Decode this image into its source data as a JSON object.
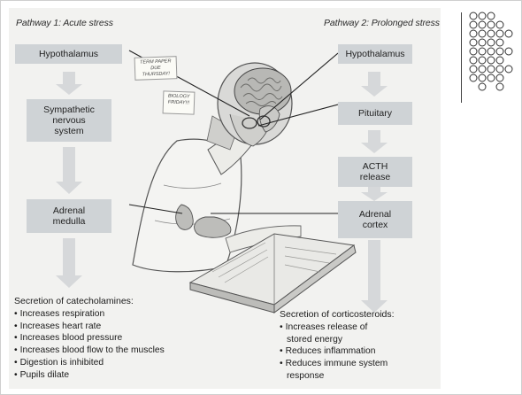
{
  "pathway1": {
    "heading": "Pathway 1: Acute stress",
    "boxes": [
      "Hypothalamus",
      "Sympathetic\nnervous\nsystem",
      "Adrenal\nmedulla"
    ],
    "secretion_title": "Secretion of catecholamines:",
    "effects": [
      "Increases respiration",
      "Increases heart rate",
      "Increases blood pressure",
      "Increases blood flow to the muscles",
      "Digestion is inhibited",
      "Pupils dilate"
    ]
  },
  "pathway2": {
    "heading": "Pathway 2: Prolonged stress",
    "boxes": [
      "Hypothalamus",
      "Pituitary",
      "ACTH\nrelease",
      "Adrenal\ncortex"
    ],
    "secretion_title": "Secretion of corticosteroids:",
    "effects": [
      "Increases release of stored energy",
      "Reduces inflammation",
      "Reduces immune system response"
    ]
  },
  "notes": [
    "TERM PAPER DUE\nTHURSDAY!",
    "BIOLOGY\nFRIDAY!!!"
  ],
  "colors": {
    "box_fill": "#cfd3d6",
    "arrow_fill": "#d6d8da",
    "figure_bg": "#f2f2f0",
    "line": "#222222"
  }
}
